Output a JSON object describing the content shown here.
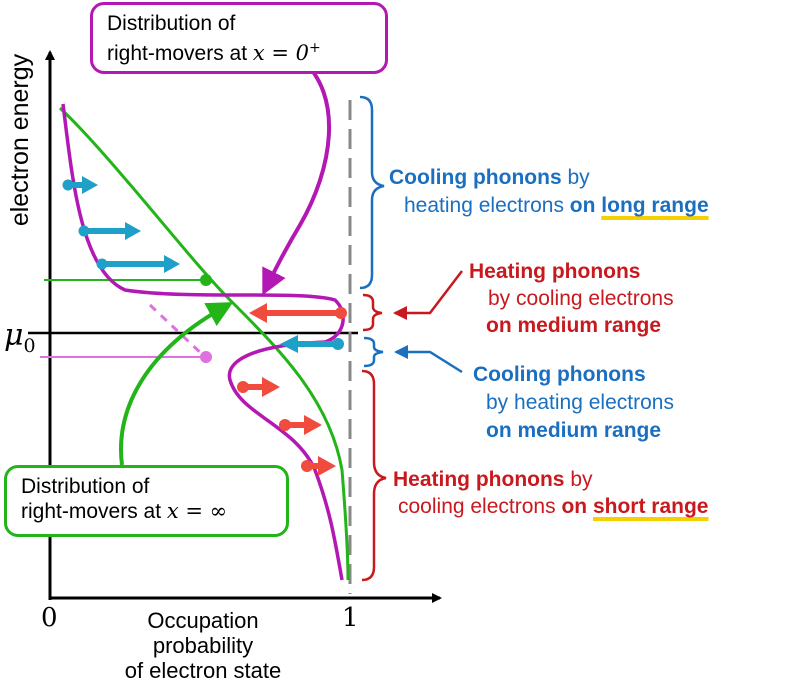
{
  "axes": {
    "y_label": "electron energy",
    "x_label_lines": [
      "Occupation",
      "probability",
      "of electron state"
    ],
    "x_tick_0": "0",
    "x_tick_1": "1",
    "mu_symbol": "μ",
    "mu_subscript": "0"
  },
  "callouts": {
    "top": {
      "line1": "Distribution of",
      "line2_text": "right-movers at ",
      "math": "x = 0",
      "sup": "+"
    },
    "bottom": {
      "line1": "Distribution of",
      "line2_text": "right-movers at ",
      "math": "x = ∞"
    }
  },
  "annotations": {
    "long_range": {
      "bold1": "Cooling phonons",
      "text1": " by",
      "text2": "heating electrons ",
      "bold2": "on ",
      "bold_ul": "long range"
    },
    "medium_heating": {
      "bold1": "Heating phonons",
      "text2": "by cooling electrons",
      "bold3": "on medium range"
    },
    "medium_cooling": {
      "bold1": "Cooling phonons",
      "text2": "by heating electrons",
      "bold3": "on medium range"
    },
    "short_range": {
      "bold1": "Heating phonons",
      "text1": " by",
      "text2": "cooling electrons ",
      "bold2": "on ",
      "bold_ul": "short range"
    }
  },
  "colors": {
    "magenta": "#b418b4",
    "green": "#22b418",
    "cyan_arrow": "#1ea0c8",
    "red_arrow": "#f04b3c",
    "blue_text": "#1a6fc0",
    "red_text": "#c8191e",
    "underline": "#f5d000",
    "dash": "#888888"
  }
}
